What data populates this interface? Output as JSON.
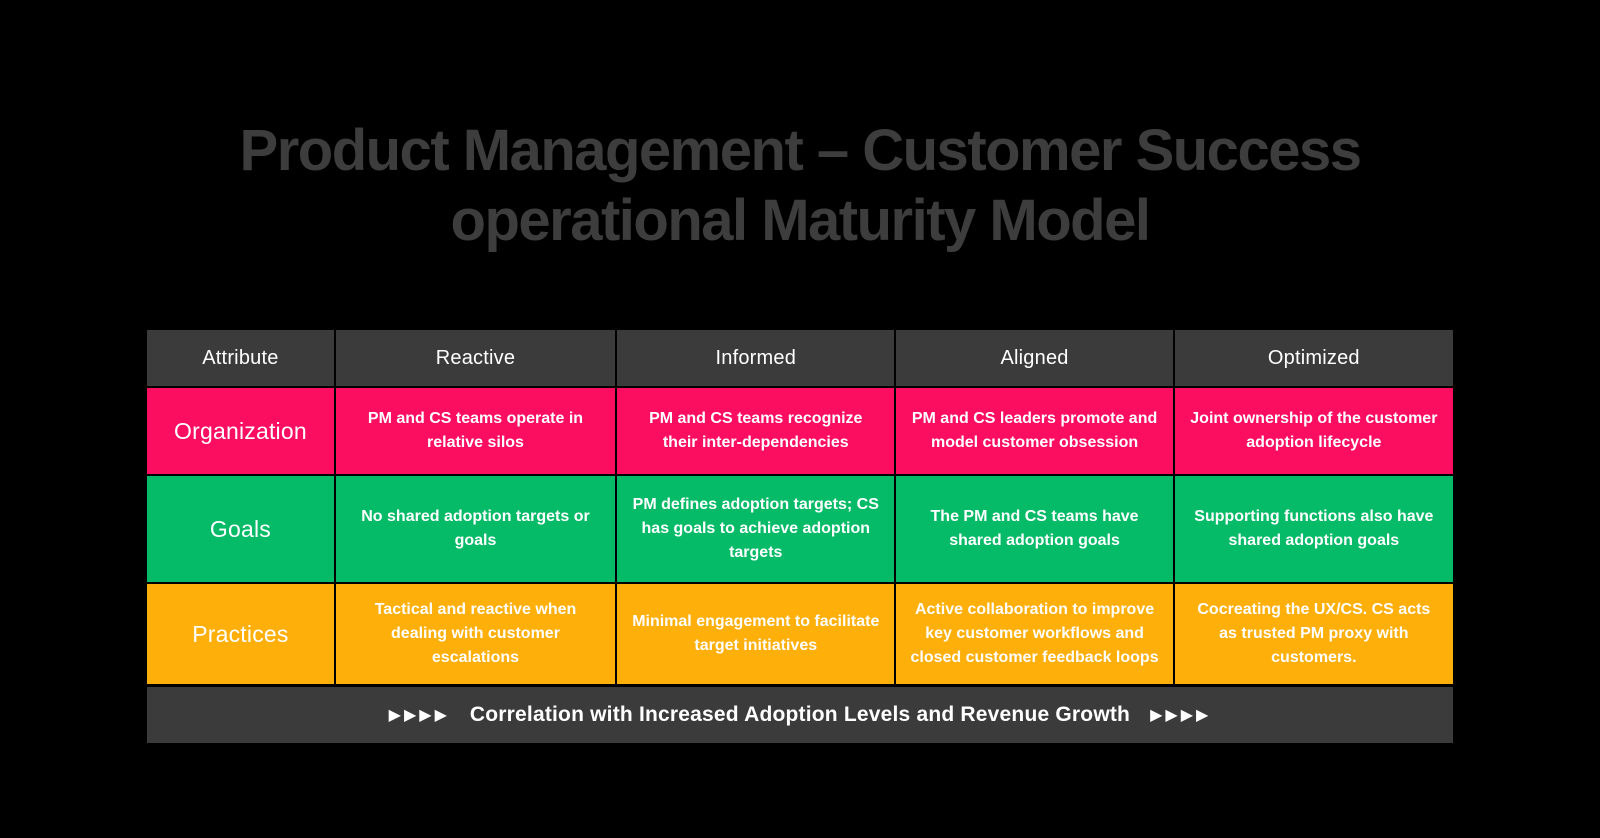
{
  "background_color": "#000000",
  "title": {
    "line1": "Product Management – Customer Success",
    "line2": "operational Maturity Model",
    "color": "#3D3D3D"
  },
  "table": {
    "header_bg": "#3B3B3B",
    "text_color": "#FFFFFF",
    "headers": [
      "Attribute",
      "Reactive",
      "Informed",
      "Aligned",
      "Optimized"
    ],
    "rows": [
      {
        "label": "Organization",
        "color": "#FB0D5F",
        "cells": [
          "PM and CS teams operate in relative silos",
          "PM and CS teams recognize their inter-dependencies",
          "PM and CS leaders promote and model customer obsession",
          "Joint ownership of the customer adoption lifecycle"
        ]
      },
      {
        "label": "Goals",
        "color": "#06BB68",
        "cells": [
          "No shared adoption targets or goals",
          "PM defines adoption targets; CS has goals to achieve adoption targets",
          "The PM and CS teams have shared adoption goals",
          "Supporting functions also have shared adoption goals"
        ]
      },
      {
        "label": "Practices",
        "color": "#FEAF0A",
        "cells": [
          "Tactical and reactive when dealing with customer escalations",
          "Minimal engagement to facilitate target initiatives",
          "Active collaboration to improve key customer workflows and closed customer feedback loops",
          "Cocreating the UX/CS. CS acts as trusted PM proxy with customers."
        ]
      }
    ]
  },
  "footer": {
    "bg": "#3B3B3B",
    "arrows": "▶▶▶▶",
    "text": "Correlation with Increased Adoption Levels and Revenue Growth"
  }
}
